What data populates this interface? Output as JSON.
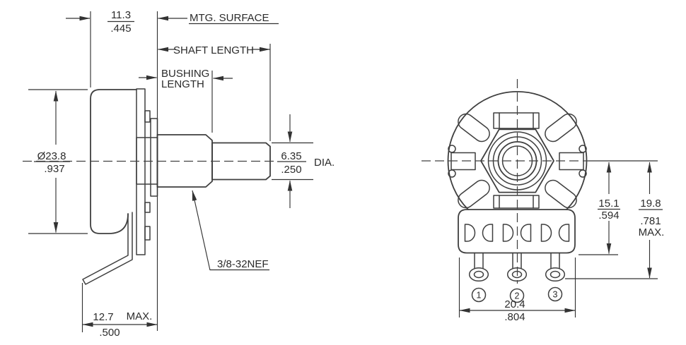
{
  "colors": {
    "line": "#3f3f3f",
    "dimension": "#333333",
    "background": "#ffffff"
  },
  "side_view": {
    "dim_depth": {
      "mm": "11.3",
      "inch": ".445"
    },
    "mtg_surface_label": "MTG. SURFACE",
    "shaft_length_label": "SHAFT LENGTH",
    "bushing_length_label_line1": "BUSHING",
    "bushing_length_label_line2": "LENGTH",
    "dim_body_diameter": {
      "mm": "Ø23.8",
      "inch": ".937"
    },
    "dim_shaft_diameter": {
      "mm": "6.35",
      "inch": ".250",
      "suffix": "DIA."
    },
    "thread_label": "3/8-32NEF",
    "dim_terminal_extent": {
      "mm": "12.7",
      "qualifier": "MAX.",
      "inch": ".500"
    }
  },
  "front_view": {
    "dim_center_to_case_bottom": {
      "mm": "15.1",
      "inch": ".594"
    },
    "dim_center_to_terminal_end": {
      "mm": "19.8",
      "inch": ".781",
      "qualifier": "MAX."
    },
    "dim_terminal_width": {
      "mm": "20.4",
      "inch": ".804"
    },
    "terminal_numbers": [
      "1",
      "2",
      "3"
    ]
  }
}
